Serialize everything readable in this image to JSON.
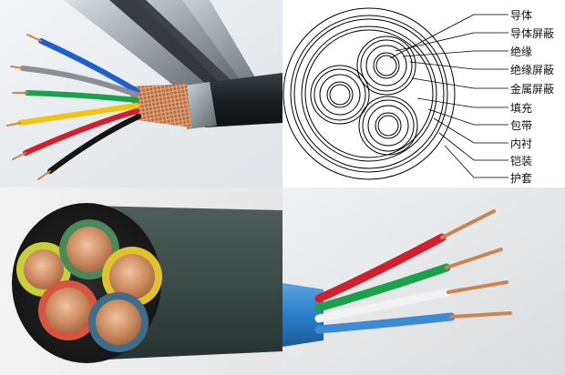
{
  "diagram": {
    "labels": [
      "导体",
      "导体屏蔽",
      "绝缘",
      "绝缘屏蔽",
      "金属屏蔽",
      "填充",
      "包带",
      "内衬",
      "铠装",
      "护套"
    ]
  },
  "colors": {
    "photo_background": "#e9ecef",
    "shield_braid": "#c27a4a",
    "cable_jacket_dark": "#1b1f22",
    "cable_jacket_green_grey": "#3b4a47",
    "cable_jacket_blue": "#2a7fc8",
    "copper": "#c98552",
    "wire_blue": "#1d5fd0",
    "wire_grey": "#8a8f93",
    "wire_green": "#1aa24a",
    "wire_yellow": "#f1c40f",
    "wire_red": "#d31f2c",
    "wire_black": "#151515",
    "wire_white": "#f2f2f2",
    "insulation_yellow_green": "#c8cf3a"
  }
}
